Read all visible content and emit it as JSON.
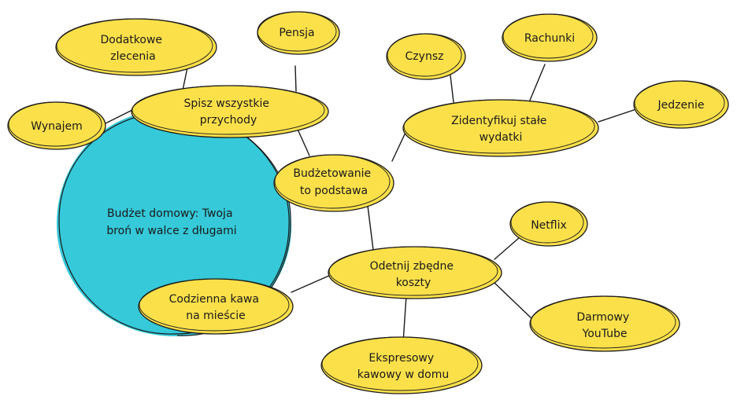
{
  "title": "Budżet domowy mind map",
  "colors": {
    "node_fill": "#fbe04a",
    "center_fill": "#35c9d9",
    "stroke": "#1a1a1a"
  },
  "center": {
    "lines": [
      "Budżet domowy: Twoja",
      "broń w walce z długami"
    ]
  },
  "nodes": {
    "dodatkowe_zlecenia": {
      "lines": [
        "Dodatkowe",
        "zlecenia"
      ]
    },
    "pensja": {
      "lines": [
        "Pensja"
      ]
    },
    "wynajem": {
      "lines": [
        "Wynajem"
      ]
    },
    "spisz_przychody": {
      "lines": [
        "Spisz wszystkie",
        "przychody"
      ]
    },
    "czynsz": {
      "lines": [
        "Czynsz"
      ]
    },
    "rachunki": {
      "lines": [
        "Rachunki"
      ]
    },
    "jedzenie": {
      "lines": [
        "Jedzenie"
      ]
    },
    "zidentyfikuj_wydatki": {
      "lines": [
        "Zidentyfikuj stałe",
        "wydatki"
      ]
    },
    "budzetowanie": {
      "lines": [
        "Budżetowanie",
        "to podstawa"
      ]
    },
    "netflix": {
      "lines": [
        "Netflix"
      ]
    },
    "odetnij_koszty": {
      "lines": [
        "Odetnij zbędne",
        "koszty"
      ]
    },
    "codzienna_kawa": {
      "lines": [
        "Codzienna kawa",
        "na mieście"
      ]
    },
    "darmowy_youtube": {
      "lines": [
        "Darmowy",
        "YouTube"
      ]
    },
    "ekspresowy_kawowy": {
      "lines": [
        "Ekspresowy",
        "kawowy w domu"
      ]
    }
  }
}
